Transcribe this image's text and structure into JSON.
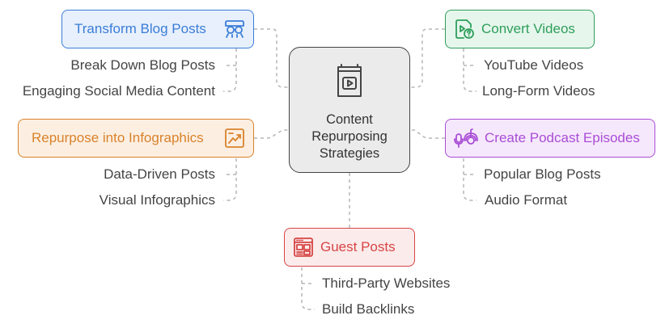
{
  "center": {
    "label": "Content\nRepurposing\nStrategies",
    "icon": "book-play-icon"
  },
  "branches": {
    "blog": {
      "title": "Transform Blog Posts",
      "icon": "glasses-icon",
      "color": "#3b7dd8",
      "fill": "#e7f0fc",
      "items": [
        "Break Down Blog Posts",
        "Engaging Social Media Content"
      ]
    },
    "videos": {
      "title": "Convert Videos",
      "icon": "video-file-question-icon",
      "color": "#2e9e5b",
      "fill": "#e6f6ec",
      "items": [
        "YouTube Videos",
        "Long-Form Videos"
      ]
    },
    "infographics": {
      "title": "Repurpose into Infographics",
      "icon": "chart-frame-icon",
      "color": "#d9822b",
      "fill": "#fcefe2",
      "items": [
        "Data-Driven Posts",
        "Visual Infographics"
      ]
    },
    "podcast": {
      "title": "Create Podcast Episodes",
      "icon": "podcast-mic-icon",
      "color": "#a94dd6",
      "fill": "#f6e8fc",
      "items": [
        "Popular Blog Posts",
        "Audio Format"
      ]
    },
    "guest": {
      "title": "Guest Posts",
      "icon": "webpage-layout-icon",
      "color": "#d64545",
      "fill": "#fcebeb",
      "items": [
        "Third-Party Websites",
        "Build Backlinks"
      ]
    }
  }
}
